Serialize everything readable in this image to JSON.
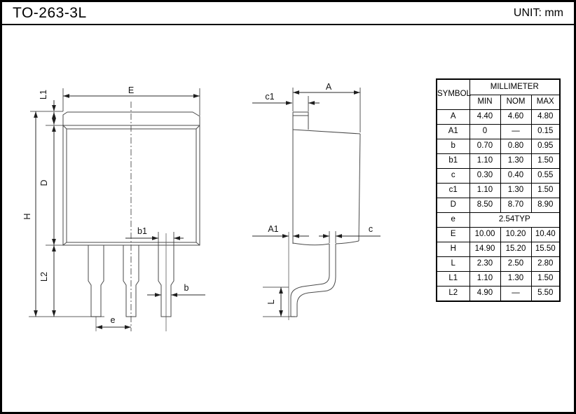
{
  "page": {
    "title": "TO-263-3L",
    "unit_label": "UNIT: mm"
  },
  "front_view": {
    "labels": {
      "E": "E",
      "L1": "L1",
      "H": "H",
      "D": "D",
      "L2": "L2",
      "b1": "b1",
      "b": "b",
      "e": "e"
    }
  },
  "side_view": {
    "labels": {
      "A": "A",
      "c1": "c1",
      "A1": "A1",
      "c": "c",
      "L": "L"
    }
  },
  "table": {
    "header": {
      "symbol": "SYMBOL",
      "group": "MILLIMETER",
      "min": "MIN",
      "nom": "NOM",
      "max": "MAX"
    },
    "rows": [
      {
        "symbol": "A",
        "min": "4.40",
        "nom": "4.60",
        "max": "4.80"
      },
      {
        "symbol": "A1",
        "min": "0",
        "nom": "—",
        "max": "0.15"
      },
      {
        "symbol": "b",
        "min": "0.70",
        "nom": "0.80",
        "max": "0.95"
      },
      {
        "symbol": "b1",
        "min": "1.10",
        "nom": "1.30",
        "max": "1.50"
      },
      {
        "symbol": "c",
        "min": "0.30",
        "nom": "0.40",
        "max": "0.55"
      },
      {
        "symbol": "c1",
        "min": "1.10",
        "nom": "1.30",
        "max": "1.50"
      },
      {
        "symbol": "D",
        "min": "8.50",
        "nom": "8.70",
        "max": "8.90"
      },
      {
        "symbol": "e",
        "span": "2.54TYP"
      },
      {
        "symbol": "E",
        "min": "10.00",
        "nom": "10.20",
        "max": "10.40"
      },
      {
        "symbol": "H",
        "min": "14.90",
        "nom": "15.20",
        "max": "15.50"
      },
      {
        "symbol": "L",
        "min": "2.30",
        "nom": "2.50",
        "max": "2.80"
      },
      {
        "symbol": "L1",
        "min": "1.10",
        "nom": "1.30",
        "max": "1.50"
      },
      {
        "symbol": "L2",
        "min": "4.90",
        "nom": "—",
        "max": "5.50"
      }
    ]
  },
  "colors": {
    "line": "#4a4a4a",
    "dimension": "#2a2a2a",
    "text": "#141414",
    "border": "#000000",
    "background": "#ffffff"
  }
}
